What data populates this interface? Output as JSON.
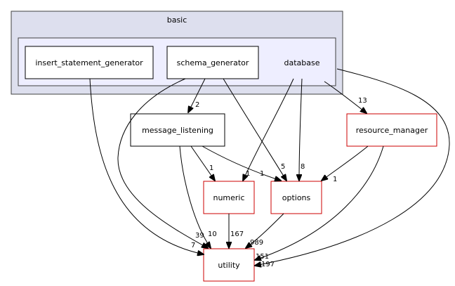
{
  "clusters": {
    "basic": "basic"
  },
  "nodes": {
    "database": "database",
    "insert_statement_generator": "insert_statement_generator",
    "schema_generator": "schema_generator",
    "message_listening": "message_listening",
    "resource_manager": "resource_manager",
    "numeric": "numeric",
    "options": "options",
    "utility": "utility"
  },
  "edge_labels": {
    "schema_to_message": "2",
    "database_to_resource": "13",
    "message_to_numeric": "1",
    "message_to_options": "1",
    "schema_to_options": "5",
    "database_to_options": "8",
    "resource_to_options": "1",
    "numeric_to_utility": "167",
    "options_to_utility": "989",
    "schema_to_utility": "39",
    "message_to_utility": "10",
    "insert_to_utility": "7",
    "resource_to_utility": "151",
    "database_to_utility": "197",
    "database_to_numeric": "1"
  },
  "colors": {
    "cluster_outer": "#dddfee",
    "cluster_inner": "#eeeeff",
    "external_node_border": "#cc0000"
  }
}
